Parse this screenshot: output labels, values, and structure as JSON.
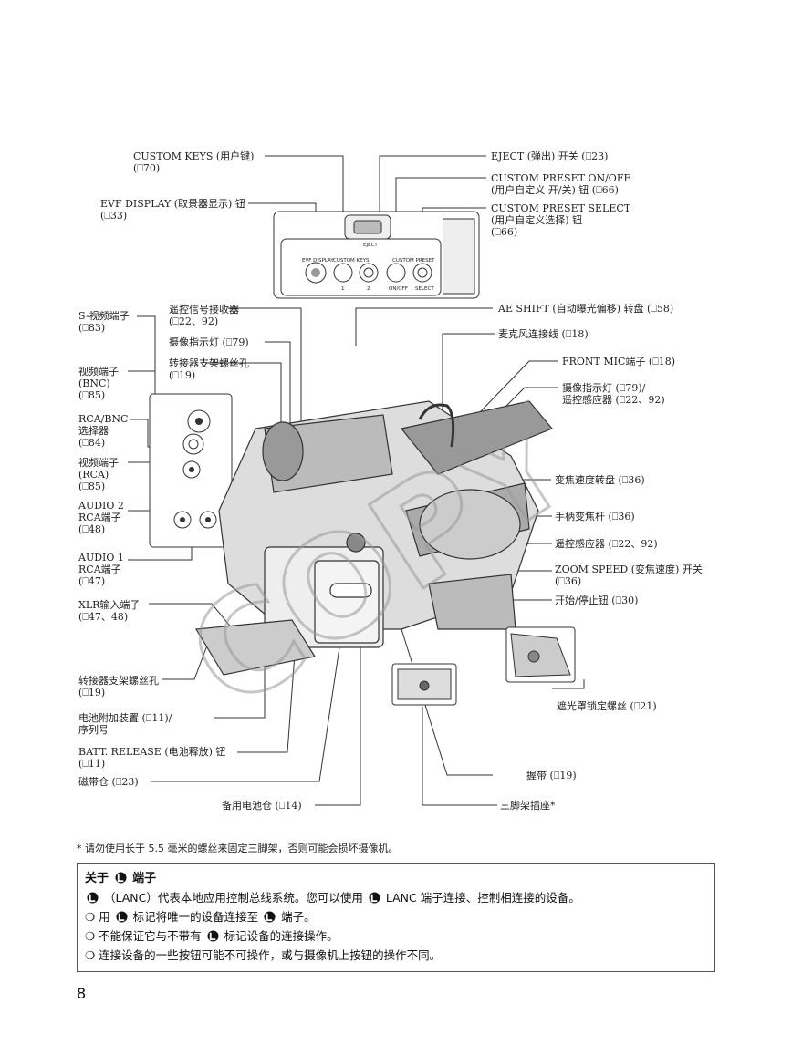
{
  "callouts": {
    "custom_keys": {
      "l1": "CUSTOM KEYS (用户键)",
      "l2": "(⎕70)"
    },
    "evf_display": {
      "l1": "EVF DISPLAY (取景器显示) 钮",
      "l2": "(⎕33)"
    },
    "eject": {
      "l1": "EJECT (弹出) 开关 (⎕23)"
    },
    "custom_preset_onoff": {
      "l1": "CUSTOM PRESET ON/OFF",
      "l2": "(用户自定义 开/关) 钮 (⎕66)"
    },
    "custom_preset_select": {
      "l1": "CUSTOM PRESET SELECT",
      "l2": "(用户自定义选择) 钮",
      "l3": "(⎕66)"
    },
    "s_video": {
      "l1": "S-视频端子",
      "l2": "(⎕83)"
    },
    "remote_receiver": {
      "l1": "遥控信号接收器",
      "l2": "(⎕22、92)"
    },
    "tally_lamp_top": {
      "l1": "摄像指示灯 (⎕79)"
    },
    "adapter_screw_top": {
      "l1": "转接器支架螺丝孔",
      "l2": "(⎕19)"
    },
    "video_bnc": {
      "l1": "视频端子",
      "l2": "(BNC)",
      "l3": "(⎕85)"
    },
    "rca_bnc_selector": {
      "l1": "RCA/BNC",
      "l2": "选择器",
      "l3": "(⎕84)"
    },
    "video_rca": {
      "l1": "视频端子",
      "l2": "(RCA)",
      "l3": "(⎕85)"
    },
    "audio2": {
      "l1": "AUDIO 2",
      "l2": "RCA端子",
      "l3": "(⎕48)"
    },
    "audio1": {
      "l1": "AUDIO 1",
      "l2": "RCA端子",
      "l3": "(⎕47)"
    },
    "xlr": {
      "l1": "XLR输入端子",
      "l2": "(⎕47、48)"
    },
    "adapter_screw_bottom": {
      "l1": "转接器支架螺丝孔",
      "l2": "(⎕19)"
    },
    "battery_attach": {
      "l1": "电池附加装置 (⎕11)/",
      "l2": "序列号"
    },
    "batt_release": {
      "l1": "BATT. RELEASE (电池释放) 钮",
      "l2": "(⎕11)"
    },
    "tape_compartment": {
      "l1": "磁带仓 (⎕23)"
    },
    "backup_battery": {
      "l1": "备用电池仓 (⎕14)"
    },
    "tripod_socket": {
      "l1": "三脚架插座*"
    },
    "grip_belt": {
      "l1": "握带 (⎕19)"
    },
    "lens_hood_screw": {
      "l1": "遮光罩锁定螺丝 (⎕21)"
    },
    "ae_shift": {
      "l1": "AE SHIFT (自动曝光偏移) 转盘 (⎕58)"
    },
    "mic_cable": {
      "l1": "麦克风连接线 (⎕18)"
    },
    "front_mic": {
      "l1": "FRONT MIC端子 (⎕18)"
    },
    "tally_remote_sensor": {
      "l1": "摄像指示灯 (⎕79)/",
      "l2": "遥控感应器 (⎕22、92)"
    },
    "zoom_speed_dial": {
      "l1": "变焦速度转盘 (⎕36)"
    },
    "grip_zoom_lever": {
      "l1": "手柄变焦杆 (⎕36)"
    },
    "remote_sensor": {
      "l1": "遥控感应器 (⎕22、92)"
    },
    "zoom_speed_switch": {
      "l1": "ZOOM SPEED (变焦速度) 开关",
      "l2": "(⎕36)"
    },
    "start_stop": {
      "l1": "开始/停止钮 (⎕30)"
    }
  },
  "panel_labels": {
    "evf_display": "EVF DISPLAY",
    "custom_keys": "CUSTOM KEYS",
    "custom_preset": "CUSTOM PRESET",
    "key1": "1",
    "key2": "2",
    "on_off": "ON/OFF",
    "select": "SELECT",
    "eject": "EJECT"
  },
  "watermark": "COPY",
  "footnote": "* 请勿使用长于 5.5 毫米的螺丝来固定三脚架，否则可能会损坏摄像机。",
  "infobox": {
    "title_pre": "关于",
    "title_post": "端子",
    "line1_pre": "（LANC）代表本地应用控制总线系统。您可以使用",
    "line1_post": "LANC 端子连接、控制相连接的设备。",
    "line2_pre": "❍ 用",
    "line2_post": "标记将唯一的设备连接至",
    "line2_end": "端子。",
    "line3_pre": "❍ 不能保证它与不带有",
    "line3_post": "标记设备的连接操作。",
    "line4": "❍ 连接设备的一些按钮可能不可操作，或与摄像机上按钮的操作不同。"
  },
  "page_number": "8"
}
